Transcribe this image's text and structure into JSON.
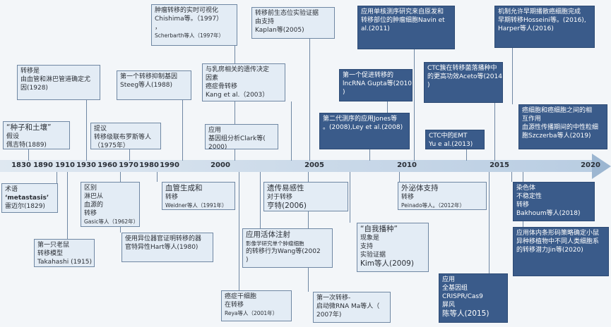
{
  "axis": {
    "years": [
      "1830",
      "1890",
      "1910",
      "1930",
      "1960",
      "1970",
      "1980",
      "1990",
      "2000",
      "2005",
      "2010",
      "2015",
      "2020"
    ]
  },
  "colors": {
    "light_fill": "#e3ecf5",
    "dark_fill": "#3a5b8a",
    "bar": "#c9d7e6",
    "bar_arrow": "#9cb6d1"
  },
  "events_top": [
    {
      "id": "seed-soil",
      "lines": [
        "“种子和土壤”",
        "假设",
        "佩吉特(1889)"
      ]
    },
    {
      "id": "vascular-lymph",
      "lines": [
        "转移是",
        "由血管和淋巴管道确定尤",
        "因(1928)"
      ]
    },
    {
      "id": "cascade",
      "lines": [
        "提议",
        "转移级联布罗斯等人",
        "（1975年）"
      ]
    },
    {
      "id": "suppressor-gene",
      "lines": [
        "第一个转移抑制基因",
        "Steeg等人(1988)"
      ]
    },
    {
      "id": "realtime",
      "lines": [
        "肿瘤转移的实时可视化",
        "Chishima等。（1997）",
        "，",
        "Scherbarth等人（1997年）"
      ]
    },
    {
      "id": "breast-genetic",
      "lines": [
        "与乳房相关的遗传决定",
        "因素",
        "癌症骨转移",
        "Kang et al.（2003）"
      ]
    },
    {
      "id": "clark",
      "lines": [
        "应用",
        "基因组分析Clark等(",
        "2000)"
      ]
    },
    {
      "id": "premetastatic",
      "lines": [
        "转移前生态位实验证据",
        "由支持",
        "Kaplan等(2005)"
      ]
    },
    {
      "id": "jones",
      "lines": [
        "第二代测序的应用Jones等",
        "。(2008),Ley et al.(2008)"
      ]
    },
    {
      "id": "lncrna",
      "lines": [
        "第一个促进转移的",
        "lncRNA Gupta等(2010",
        ")"
      ]
    },
    {
      "id": "navin",
      "lines": [
        "应用单核测序研究来自原发和",
        "转移部位的肿瘤细胞Navin et",
        "al.(2011)"
      ]
    },
    {
      "id": "aceto",
      "lines": [
        "CTC簇在转移菌落播种中",
        "的更高功效Aceto等(2014",
        ")"
      ]
    },
    {
      "id": "yu",
      "lines": [
        "CTC中的EMT",
        "Yu e al.(2013)"
      ]
    },
    {
      "id": "hosseini",
      "lines": [
        "机制允许早期播散癌细胞完成",
        "早期转移Hosseini等。(2016),",
        "Harper等人(2016)"
      ]
    },
    {
      "id": "szczerba",
      "lines": [
        "癌细胞和癌细胞之间的相",
        "互作用",
        "血源性传播期间的中性粒细",
        "胞Szczerba等人(2019)"
      ]
    }
  ],
  "events_bottom": [
    {
      "id": "term",
      "lines": [
        "术语",
        "‘metastasis’",
        "雷迈尔(1829)"
      ]
    },
    {
      "id": "mouse",
      "lines": [
        "第一只老鼠",
        "转移模型",
        "Takahashi (1915)"
      ]
    },
    {
      "id": "gasic",
      "lines": [
        "区别",
        "淋巴从",
        "血源的",
        "转移",
        "Gasic等人（1962年）"
      ]
    },
    {
      "id": "hart",
      "lines": [
        "使用异位器官证明转移的器",
        "官特异性Hart等人(1980)"
      ]
    },
    {
      "id": "weidner",
      "lines": [
        "血管生成和",
        "转移",
        "Weidner等人（1991年）"
      ]
    },
    {
      "id": "wang",
      "lines": [
        "应用活体注射",
        "影像学研究单个肿瘤细胞",
        "的转移行为Wang等(2002",
        ")"
      ]
    },
    {
      "id": "reya",
      "lines": [
        "癌症干细胞",
        "在转移",
        "Reya等人（2001年）"
      ]
    },
    {
      "id": "hunter",
      "lines": [
        "遗传易感性",
        "对于转移",
        "亨特(2006)"
      ]
    },
    {
      "id": "ma",
      "lines": [
        "第一次转移-",
        "启动微RNA Ma等人（",
        "2007年)"
      ]
    },
    {
      "id": "kim",
      "lines": [
        "“自我播种”",
        "现象是",
        "支持",
        "实验证据",
        "Kim等人(2009)"
      ]
    },
    {
      "id": "peinado",
      "lines": [
        "外泌体支持",
        "转移",
        "Peinado等人。（2012年）"
      ]
    },
    {
      "id": "crispr",
      "lines": [
        "应用",
        "全基因组",
        "CRISPR/Cas9",
        "屏风",
        "陈等人(2015)"
      ]
    },
    {
      "id": "bakhoum",
      "lines": [
        "染色体",
        "不稳定性",
        "转移",
        "Bakhoum等人(2018)"
      ]
    },
    {
      "id": "jin",
      "lines": [
        "应用体内条形码策略确定小鼠",
        "异种移植物中不同人类细胞系",
        "的转移潜力Jin等(2020)"
      ]
    }
  ]
}
